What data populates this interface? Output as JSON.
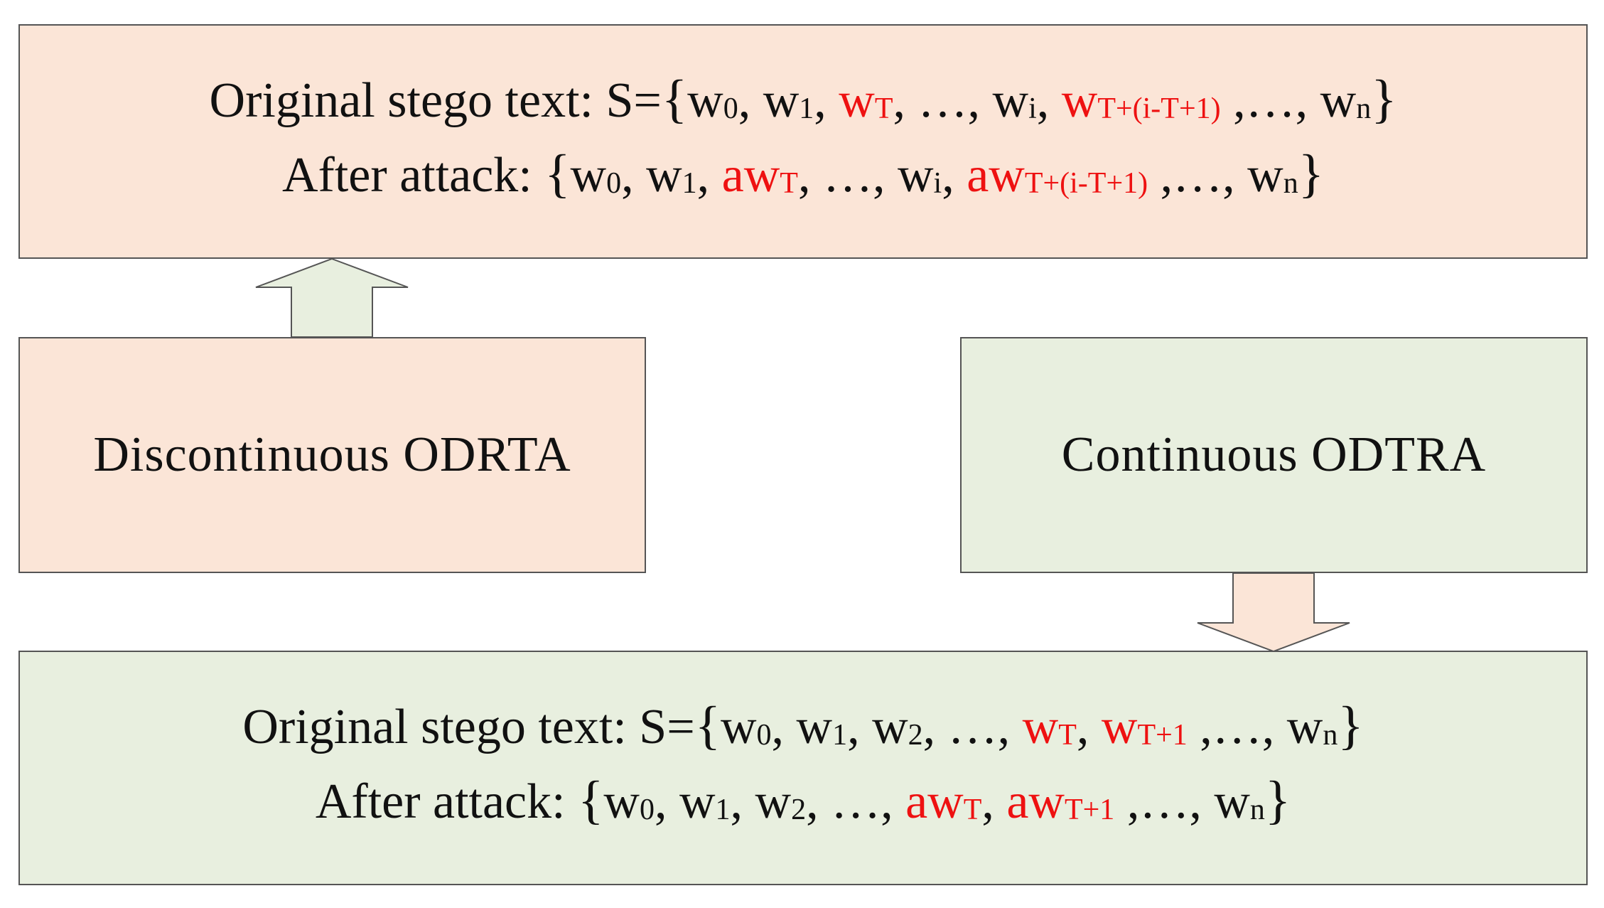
{
  "discontinuous": {
    "label": "Discontinuous ODRTA",
    "original_line": {
      "prefix": "Original stego text: S=",
      "tokens": [
        {
          "base": "w",
          "sub": "0",
          "red": false,
          "trail": ", "
        },
        {
          "base": "w",
          "sub": "1",
          "red": false,
          "trail": ", "
        },
        {
          "base": "w",
          "sub": "T",
          "red": true,
          "trail": ", "
        },
        {
          "base": "…",
          "sub": "",
          "red": false,
          "trail": ", "
        },
        {
          "base": "w",
          "sub": "i",
          "red": false,
          "trail": ", "
        },
        {
          "base": "w",
          "sub": "T+(i-T+1)",
          "red": true,
          "trail": " ,…, "
        },
        {
          "base": "w",
          "sub": "n",
          "red": false,
          "trail": ""
        }
      ]
    },
    "attack_line": {
      "prefix": "After attack: ",
      "tokens": [
        {
          "base": "w",
          "sub": "0",
          "red": false,
          "trail": ", "
        },
        {
          "base": "w",
          "sub": "1",
          "red": false,
          "trail": ", "
        },
        {
          "base": "aw",
          "sub": "T",
          "red": true,
          "trail": ", "
        },
        {
          "base": "…",
          "sub": "",
          "red": false,
          "trail": ", "
        },
        {
          "base": "w",
          "sub": "i",
          "red": false,
          "trail": ", "
        },
        {
          "base": "aw",
          "sub": "T+(i-T+1)",
          "red": true,
          "trail": " ,…, "
        },
        {
          "base": "w",
          "sub": "n",
          "red": false,
          "trail": ""
        }
      ]
    }
  },
  "continuous": {
    "label": "Continuous ODTRA",
    "original_line": {
      "prefix": "Original stego text: S=",
      "tokens": [
        {
          "base": "w",
          "sub": "0",
          "red": false,
          "trail": ", "
        },
        {
          "base": "w",
          "sub": "1",
          "red": false,
          "trail": ", "
        },
        {
          "base": "w",
          "sub": "2",
          "red": false,
          "trail": ", "
        },
        {
          "base": "…",
          "sub": "",
          "red": false,
          "trail": ", "
        },
        {
          "base": "w",
          "sub": "T",
          "red": true,
          "trail": ", "
        },
        {
          "base": "w",
          "sub": "T+1",
          "red": true,
          "trail": " ,…, "
        },
        {
          "base": "w",
          "sub": "n",
          "red": false,
          "trail": ""
        }
      ]
    },
    "attack_line": {
      "prefix": "After attack: ",
      "tokens": [
        {
          "base": "w",
          "sub": "0",
          "red": false,
          "trail": ", "
        },
        {
          "base": "w",
          "sub": "1",
          "red": false,
          "trail": ", "
        },
        {
          "base": "w",
          "sub": "2",
          "red": false,
          "trail": ", "
        },
        {
          "base": "…",
          "sub": "",
          "red": false,
          "trail": ", "
        },
        {
          "base": "aw",
          "sub": "T",
          "red": true,
          "trail": ", "
        },
        {
          "base": "aw",
          "sub": "T+1",
          "red": true,
          "trail": " ,…, "
        },
        {
          "base": "w",
          "sub": "n",
          "red": false,
          "trail": ""
        }
      ]
    }
  },
  "symbols": {
    "open_brace": "{",
    "close_brace": "}"
  },
  "colors": {
    "peach_fill": "#fbe5d7",
    "green_fill": "#e8efdf",
    "highlight_red": "#ee1111",
    "border": "#555555"
  }
}
